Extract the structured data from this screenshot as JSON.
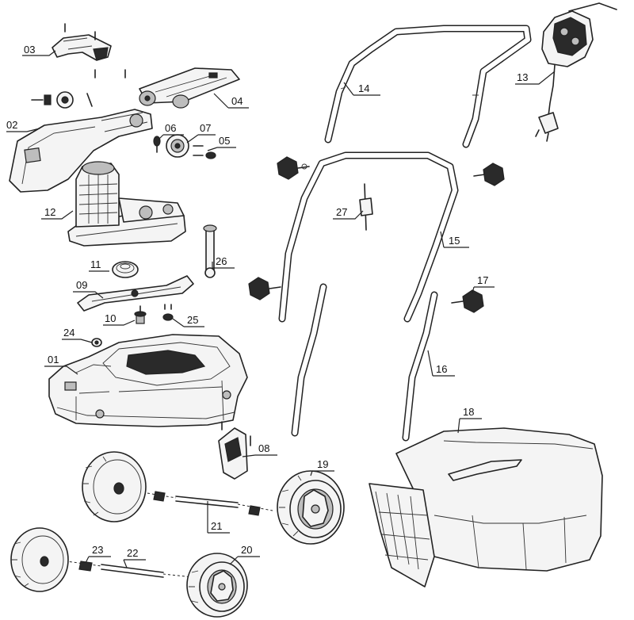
{
  "callouts": {
    "p01": "01",
    "p02": "02",
    "p03": "03",
    "p04": "04",
    "p05": "05",
    "p06": "06",
    "p07": "07",
    "p08": "08",
    "p09": "09",
    "p10": "10",
    "p11": "11",
    "p12": "12",
    "p13": "13",
    "p14": "14",
    "p15": "15",
    "p16": "16",
    "p17": "17",
    "p18": "18",
    "p19": "19",
    "p20": "20",
    "p21": "21",
    "p22": "22",
    "p23": "23",
    "p24": "24",
    "p25": "25",
    "p26": "26",
    "p27": "27"
  }
}
